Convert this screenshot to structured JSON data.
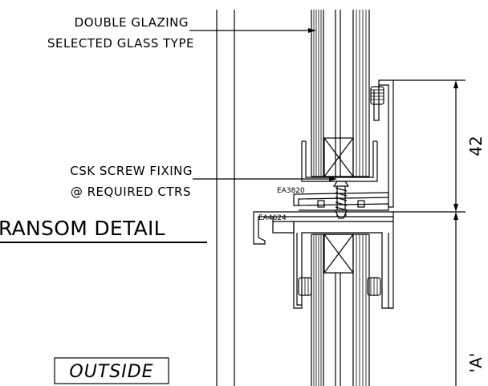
{
  "labels": {
    "glazing_line1": "DOUBLE GLAZING",
    "glazing_line2": "SELECTED GLASS TYPE",
    "screw_line1": "CSK SCREW FIXING",
    "screw_line2": "@ REQUIRED CTRS",
    "title": "RANSOM  DETAIL",
    "outside": "OUTSIDE"
  },
  "parts": {
    "upper_profile_code": "EA3820",
    "lower_profile_code": "EA4624"
  },
  "dimensions": {
    "upper": "42",
    "lower": "'A'"
  }
}
